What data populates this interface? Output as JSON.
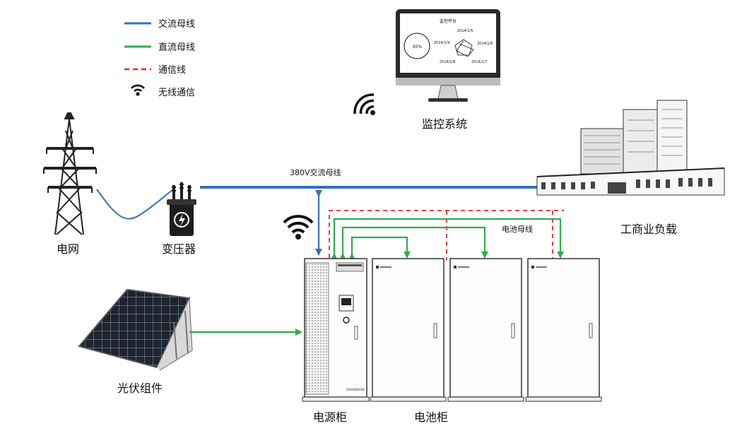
{
  "legend": {
    "ac_bus": "交流母线",
    "dc_bus": "直流母线",
    "comm_line": "通信线",
    "wireless": "无线通信"
  },
  "monitor": {
    "label": "监控系统",
    "screen_title": "监控平台",
    "pie_value": "65%",
    "radar_labels": [
      "2014/1/5",
      "2014/1/6",
      "2014/1/7",
      "2014/1/8",
      "2014/1/9"
    ]
  },
  "grid": {
    "label": "电网"
  },
  "transformer": {
    "label": "变压器"
  },
  "ac_bus_label": "380V交流母线",
  "battery_bus_label": "电池母线",
  "load": {
    "label": "工商业负载"
  },
  "pv": {
    "label": "光伏组件"
  },
  "power_cabinet": {
    "label": "电源柜"
  },
  "battery_cabinets": {
    "label": "电池柜"
  },
  "colors": {
    "ac": "#3a6fb7",
    "dc": "#2eae4c",
    "comm": "#e8262b"
  }
}
